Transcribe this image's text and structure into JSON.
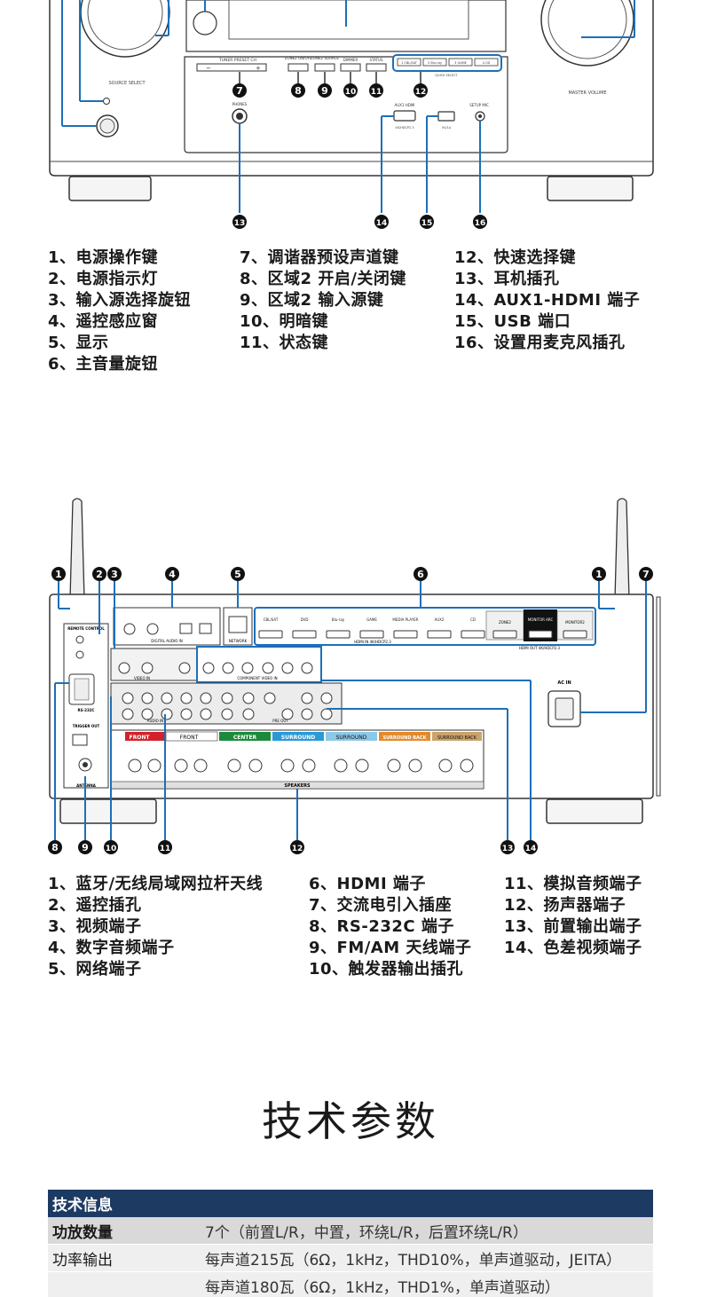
{
  "front_panel": {
    "labels": {
      "source_select": "SOURCE SELECT",
      "master_volume": "MASTER VOLUME",
      "tuner_preset": "TUNER PRESET CH",
      "minus": "−",
      "plus": "+",
      "zone2_onoff": "ZONE2 ON/OFF",
      "zone2_source": "ZONE2 SOURCE",
      "dimmer": "DIMMER",
      "status": "STATUS",
      "quick_select": "QUICK SELECT",
      "qs1": "1 CBL/SAT",
      "qs2": "2 Blu-ray",
      "qs3": "3 GAME",
      "qs4": "4 CD",
      "phones": "PHONES",
      "aux1_hdmi": "AUX1 HDMI",
      "usb": "5V/1A",
      "setup_mic": "SETUP MIC",
      "hdcp": "4K/HDCP2.3"
    },
    "badges": [
      "7",
      "8",
      "9",
      "10",
      "11",
      "12",
      "13",
      "14",
      "15",
      "16"
    ]
  },
  "front_legend": {
    "col1": [
      "1、电源操作键",
      "2、电源指示灯",
      "3、输入源选择旋钮",
      "4、遥控感应窗",
      "5、显示",
      "6、主音量旋钮"
    ],
    "col2": [
      "7、调谐器预设声道键",
      "8、区域2 开启/关闭键",
      "9、区域2 输入源键",
      "10、明暗键",
      "11、状态键"
    ],
    "col3": [
      "12、快速选择键",
      "13、耳机插孔",
      "14、AUX1-HDMI 端子",
      "15、USB 端口",
      "16、设置用麦克风插孔"
    ]
  },
  "rear_panel": {
    "badges_top": [
      "1",
      "2",
      "3",
      "4",
      "5",
      "6",
      "1",
      "7"
    ],
    "badges_bottom": [
      "8",
      "9",
      "10",
      "11",
      "12",
      "13",
      "14"
    ],
    "labels": {
      "remote_control": "REMOTE CONTROL",
      "network": "NETWORK",
      "digital_audio": "DIGITAL AUDIO IN",
      "hdmi_in": "HDMI IN 4K/HDCP2.3",
      "hdmi_out": "HDMI OUT 4K/HDCP2.3",
      "video_in": "VIDEO IN",
      "component_in": "COMPONENT VIDEO IN",
      "audio_in": "AUDIO IN",
      "pre_out": "PRE OUT",
      "speakers": "SPEAKERS",
      "ac_in": "AC IN",
      "antenna": "ANTENNA",
      "trigger_out": "TRIGGER OUT",
      "rs232c": "RS-232C",
      "front": "FRONT",
      "center": "CENTER",
      "surround": "SURROUND",
      "surround_back": "SURROUND BACK",
      "hdmi_inputs": [
        "CBL/SAT",
        "DVD",
        "Blu-ray",
        "GAME",
        "MEDIA PLAYER",
        "AUX2",
        "CD"
      ],
      "zone2": "ZONE2",
      "monitor_arc": "MONITOR ARC",
      "monitor2": "MONITOR2"
    }
  },
  "rear_legend": {
    "col1": [
      "1、蓝牙/无线局域网拉杆天线",
      "2、遥控插孔",
      "3、视频端子",
      "4、数字音频端子",
      "5、网络端子"
    ],
    "col2": [
      "6、HDMI 端子",
      "7、交流电引入插座",
      "8、RS-232C 端子",
      "9、FM/AM 天线端子",
      "10、触发器输出插孔"
    ],
    "col3": [
      "11、模拟音频端子",
      "12、扬声器端子",
      "13、前置输出端子",
      "14、色差视频端子"
    ]
  },
  "specs": {
    "title": "技术参数",
    "header": "技术信息",
    "rows": [
      {
        "key": "功放数量",
        "value": "7个（前置L/R，中置，环绕L/R，后置环绕L/R）"
      },
      {
        "key": "功率输出",
        "value": "每声道215瓦（6Ω，1kHz，THD10%，单声道驱动，JEITA）"
      },
      {
        "key": "",
        "value": "每声道180瓦（6Ω，1kHz，THD1%，单声道驱动）"
      }
    ]
  },
  "colors": {
    "accent_blue": "#1d6fb8",
    "badge_black": "#111111",
    "spec_header": "#1d3a63",
    "front_red": "#d2232a",
    "center_green": "#1b8a3c",
    "surround_blue": "#2a9ad6",
    "surround_lightblue": "#8cc8e8",
    "surround_back_orange": "#e38b2c",
    "surround_back_tan": "#c9a46a"
  }
}
